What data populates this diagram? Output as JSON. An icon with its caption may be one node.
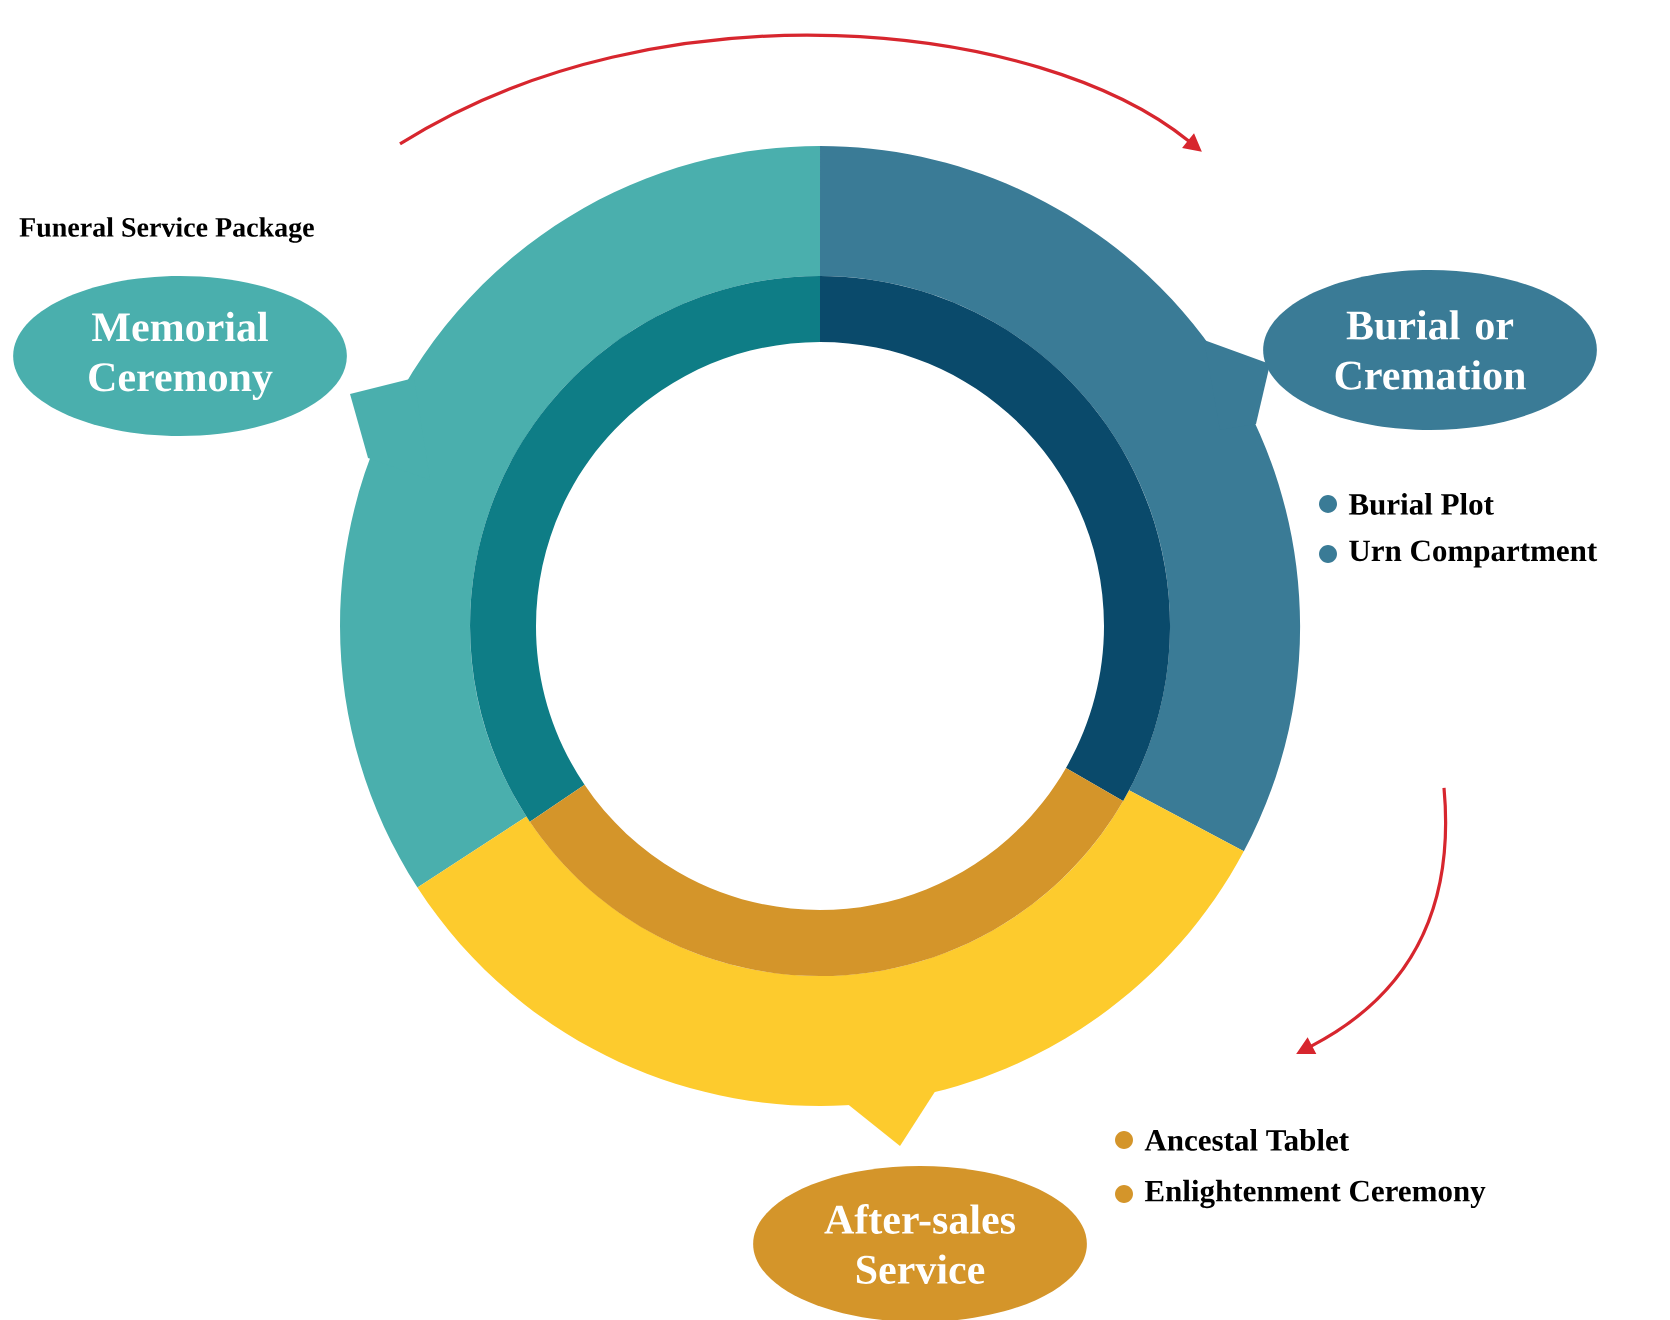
{
  "diagram": {
    "title": "Funeral Service Package",
    "nodes": [
      {
        "text": [
          "Memorial Ceremony"
        ]
      },
      {
        "text": [
          "Burial or Cremation"
        ]
      },
      {
        "text": [
          "After-sales Service"
        ]
      }
    ],
    "labels": [
      "Burial Plot",
      "Urn Compartment",
      "Ancestal Tablet",
      "Enlightenment Ceremony"
    ]
  }
}
